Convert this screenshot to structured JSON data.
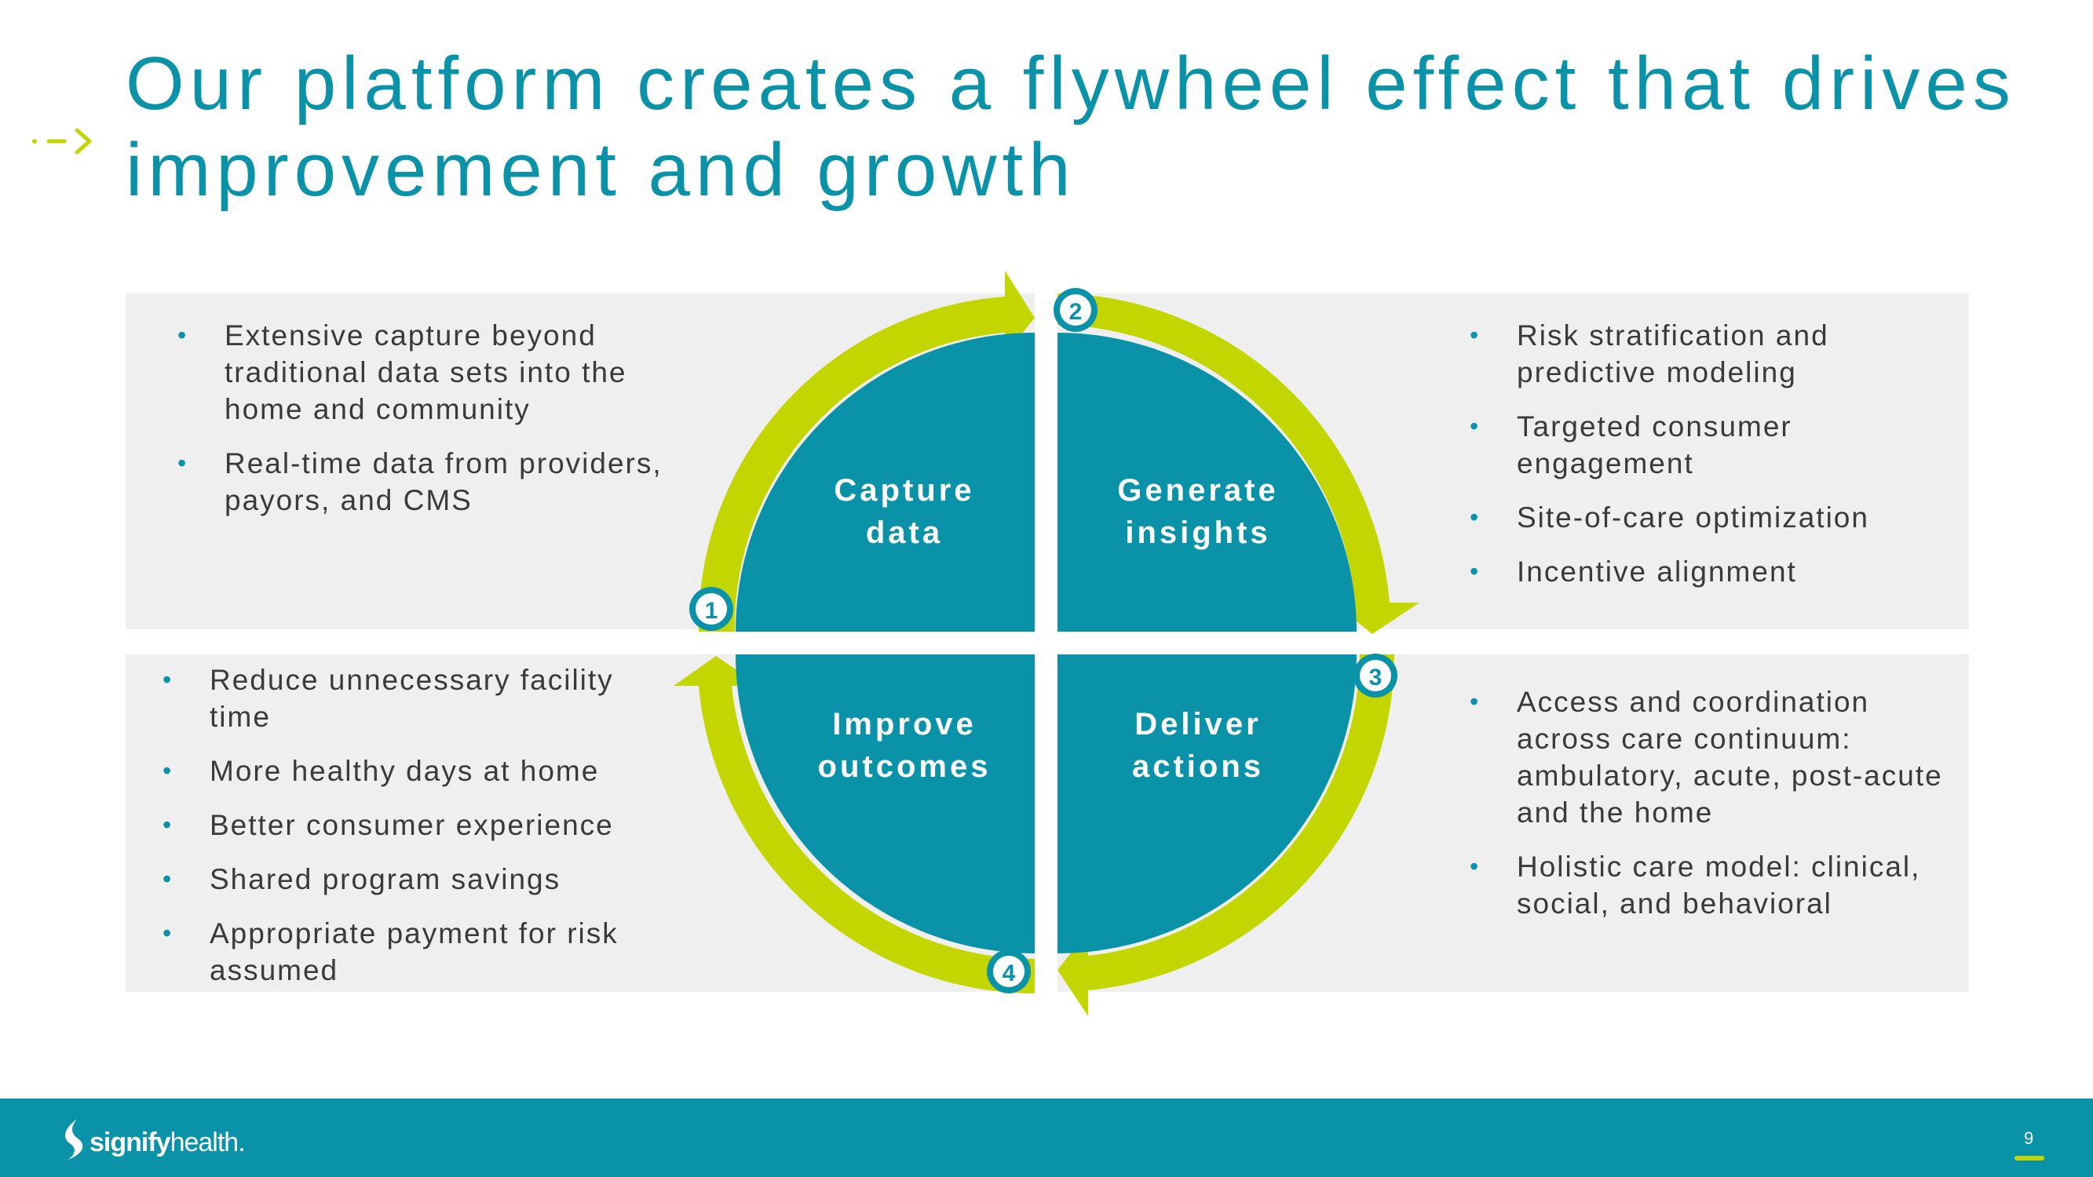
{
  "title": "Our platform creates a flywheel effect that drives improvement and growth",
  "colors": {
    "teal": "#0a93a8",
    "lime": "#c4d600",
    "panel": "#efefef",
    "text": "#3a3a3a"
  },
  "icons": {
    "title_marker": "dash-arrow-icon",
    "logo": "signify-s-logo-icon"
  },
  "quadrants": [
    {
      "step": "1",
      "label_line1": "Capture",
      "label_line2": "data"
    },
    {
      "step": "2",
      "label_line1": "Generate",
      "label_line2": "insights"
    },
    {
      "step": "3",
      "label_line1": "Deliver",
      "label_line2": "actions"
    },
    {
      "step": "4",
      "label_line1": "Improve",
      "label_line2": "outcomes"
    }
  ],
  "capture_bullets": [
    "Extensive capture beyond traditional data sets into the home and community",
    "Real-time data from providers, payors, and CMS"
  ],
  "insights_bullets": [
    "Risk stratification and predictive modeling",
    "Targeted consumer engagement",
    "Site-of-care optimization",
    "Incentive alignment"
  ],
  "actions_bullets": [
    "Access and coordination across care continuum: ambulatory, acute, post-acute and the home",
    "Holistic care model: clinical, social, and behavioral"
  ],
  "outcomes_bullets": [
    "Reduce unnecessary facility time",
    "More healthy days at home",
    "Better consumer experience",
    "Shared program savings",
    "Appropriate payment for risk assumed"
  ],
  "footer": {
    "brand_bold": "signify",
    "brand_light": "health.",
    "page_number": "9"
  }
}
